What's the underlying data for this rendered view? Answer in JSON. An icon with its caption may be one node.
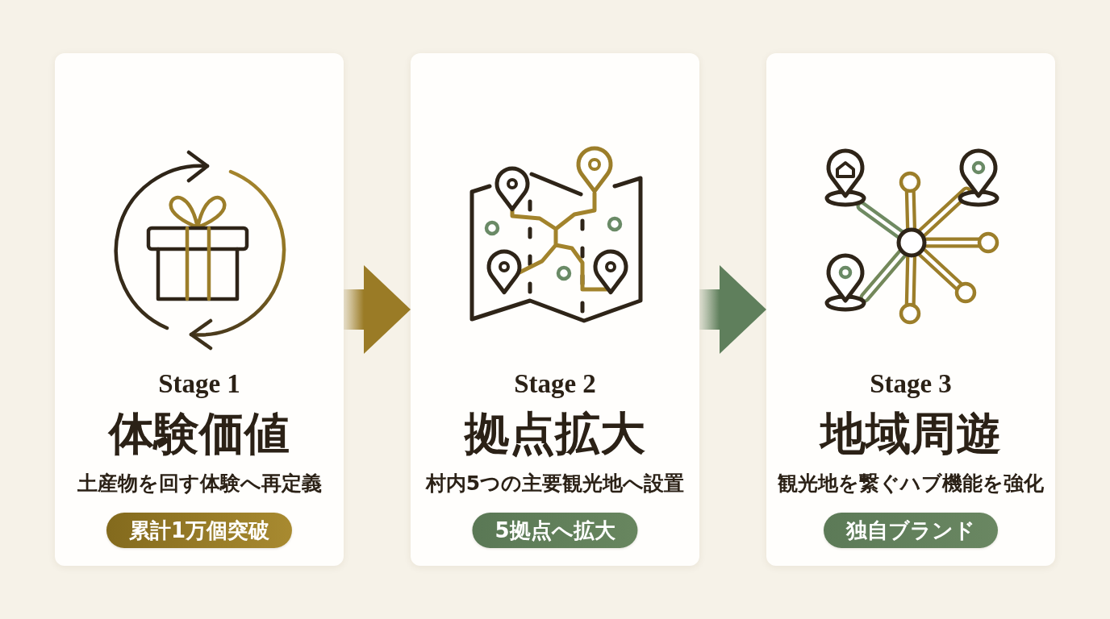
{
  "diagram": {
    "nodes": [
      {
        "text": [
          "Stage 1",
          "体験価値",
          "土産物を回す体験へ再定義"
        ]
      },
      {
        "text": [
          "累計1万個突破"
        ],
        "in": 0
      },
      {
        "text": [
          "Stage 2",
          "拠点拡大",
          "村内5つの主要観光地へ設置"
        ]
      },
      {
        "text": [
          "5拠点へ拡大"
        ],
        "in": 2
      },
      {
        "text": [
          "Stage 3",
          "地域周遊",
          "観光地を繋ぐハブ機能を強化"
        ]
      },
      {
        "text": [
          "独自ブランド"
        ],
        "in": 4
      }
    ],
    "edges": [
      {
        "from": 0,
        "to": 2,
        "arrow": "to",
        "color": "#9a7b26"
      },
      {
        "from": 2,
        "to": 4,
        "arrow": "to",
        "color": "#5f7f5c"
      }
    ]
  }
}
